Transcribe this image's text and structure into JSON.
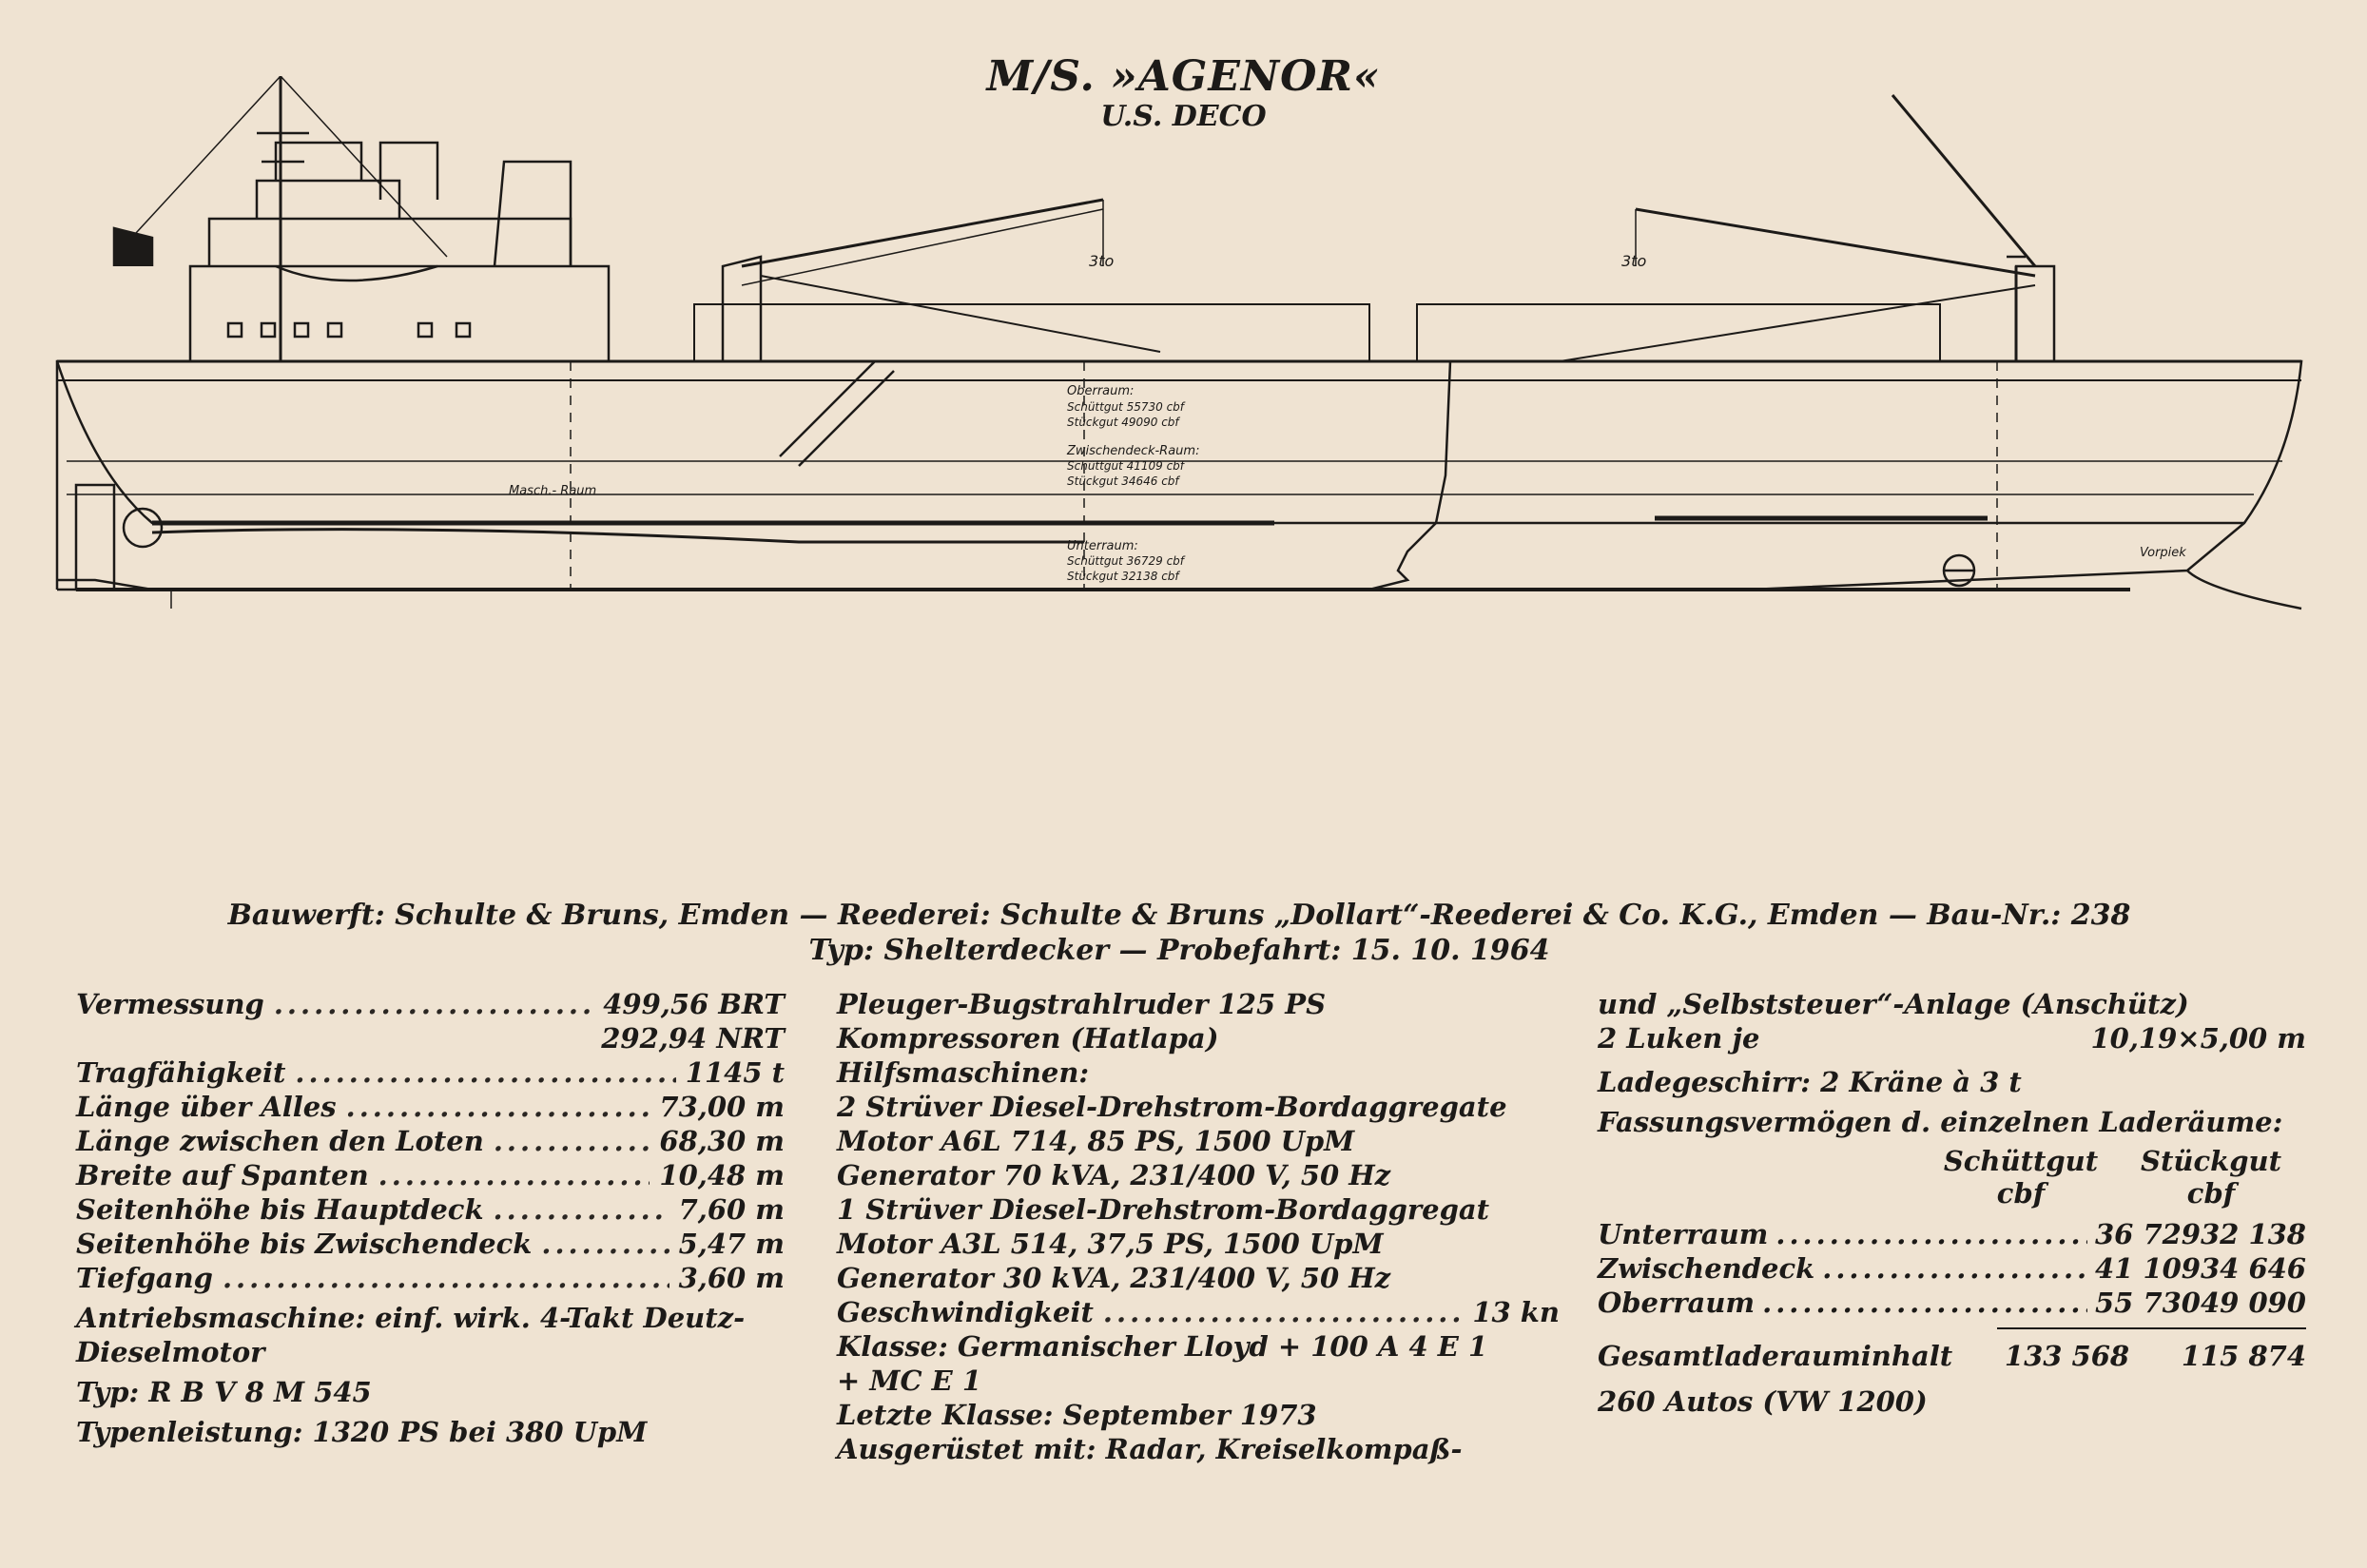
{
  "header": {
    "title": "M/S. »AGENOR«",
    "subtitle": "U.S. DECO"
  },
  "drawing": {
    "crane_left_label": "3to",
    "crane_right_label": "3to",
    "oberraum": {
      "title": "Oberraum:",
      "line1": "Schüttgut 55730 cbf",
      "line2": "Stückgut 49090 cbf"
    },
    "zwischendeck": {
      "title": "Zwischendeck-Raum:",
      "line1": "Schüttgut 41109 cbf",
      "line2": "Stückgut 34646 cbf"
    },
    "unterraum": {
      "title": "Unterraum:",
      "line1": "Schüttgut 36729 cbf",
      "line2": "Stückgut 32138 cbf"
    },
    "masch_raum": "Masch.- Raum",
    "vorpiek": "Vorpiek"
  },
  "caption": {
    "line1": "Bauwerft: Schulte & Bruns, Emden — Reederei: Schulte & Bruns „Dollart“-Reederei & Co. K.G., Emden — Bau-Nr.: 238",
    "line2": "Typ: Shelterdecker — Probefahrt: 15. 10. 1964"
  },
  "col1": {
    "vermessung": {
      "label": "Vermessung",
      "value1": "499,56 BRT",
      "value2": "292,94 NRT"
    },
    "specs": [
      {
        "label": "Tragfähigkeit",
        "value": "1145  t"
      },
      {
        "label": "Länge über Alles",
        "value": "73,00  m"
      },
      {
        "label": "Länge zwischen den Loten",
        "value": "68,30  m"
      },
      {
        "label": "Breite auf Spanten",
        "value": "10,48  m"
      },
      {
        "label": "Seitenhöhe bis Hauptdeck",
        "value": "7,60  m"
      },
      {
        "label": "Seitenhöhe bis Zwischendeck",
        "value": "5,47  m"
      },
      {
        "label": "Tiefgang",
        "value": "3,60  m"
      }
    ],
    "antrieb": "Antriebsmaschine: einf. wirk. 4-Takt Deutz-Dieselmotor",
    "typ": "Typ: R B V 8 M 545",
    "leistung": "Typenleistung: 1320 PS bei 380 UpM"
  },
  "col2": {
    "lines_top": [
      "Pleuger-Bugstrahlruder 125 PS",
      "Kompressoren (Hatlapa)",
      "Hilfsmaschinen:",
      "2 Strüver Diesel-Drehstrom-Bordaggregate",
      "Motor A6L 714, 85 PS, 1500 UpM",
      "Generator 70 kVA, 231/400 V, 50 Hz",
      "1 Strüver Diesel-Drehstrom-Bordaggregat",
      "Motor A3L 514, 37,5 PS, 1500 UpM",
      "Generator 30 kVA, 231/400 V, 50 Hz"
    ],
    "geschwindigkeit": {
      "label": "Geschwindigkeit",
      "value": "13 kn"
    },
    "klasse": "Klasse: Germanischer Lloyd + 100 A 4 E 1 + MC E 1",
    "letzte_klasse": "Letzte Klasse: September 1973",
    "ausgeruestet": "Ausgerüstet mit: Radar, Kreiselkompaß-"
  },
  "col3": {
    "line1": "und „Selbststeuer“-Anlage (Anschütz)",
    "luken": {
      "label": "2 Luken je",
      "value": "10,19×5,00 m"
    },
    "ladegeschirr": "Ladegeschirr: 2 Kräne à 3 t",
    "fassung": "Fassungsvermögen d. einzelnen Laderäume:",
    "head1": "Schüttgut",
    "head2": "Stückgut",
    "unit1": "cbf",
    "unit2": "cbf",
    "rows": [
      {
        "label": "Unterraum",
        "v1": "36 729",
        "v2": "32 138"
      },
      {
        "label": "Zwischendeck",
        "v1": "41 109",
        "v2": "34 646"
      },
      {
        "label": "Oberraum",
        "v1": "55 730",
        "v2": "49 090"
      }
    ],
    "total": {
      "label": "Gesamtladerauminhalt",
      "v1": "133 568",
      "v2": "115 874"
    },
    "autos": "260 Autos (VW 1200)"
  }
}
